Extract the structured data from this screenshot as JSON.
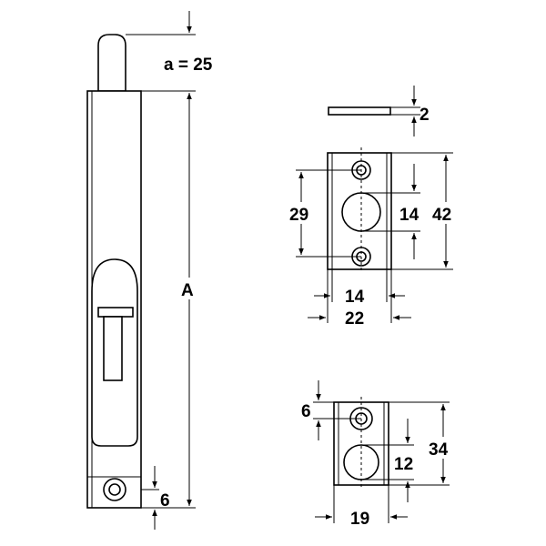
{
  "labels": {
    "a_value": "a = 25",
    "length_A": "A",
    "bolt_hole_offset": "6",
    "plate_thickness": "2",
    "keep_height_outer": "42",
    "keep_hole_spacing": "29",
    "keep_hole_dia": "14",
    "keep_inner_width": "14",
    "keep_width": "22",
    "strike_hole_offset": "6",
    "strike_height": "34",
    "strike_hole_dia": "12",
    "strike_width": "19"
  }
}
